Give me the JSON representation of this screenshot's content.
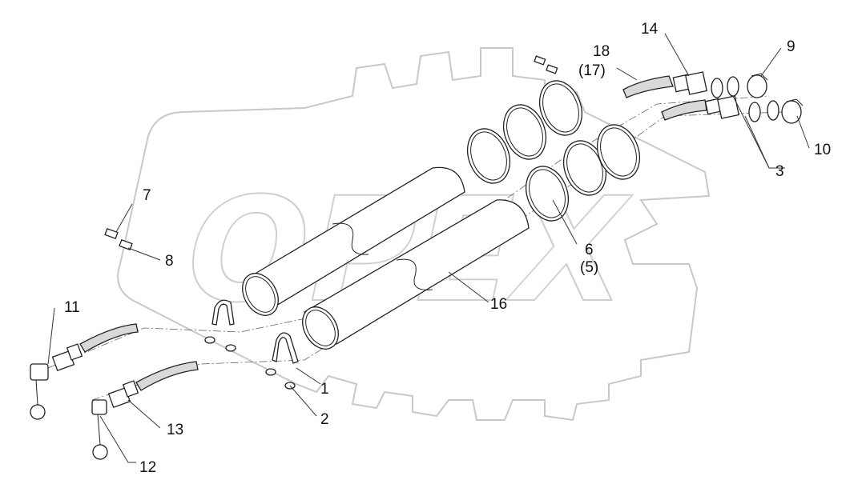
{
  "callouts": [
    {
      "id": "c1",
      "text": "1"
    },
    {
      "id": "c2",
      "text": "2"
    },
    {
      "id": "c3",
      "text": "3"
    },
    {
      "id": "c6",
      "text": "6"
    },
    {
      "id": "c5",
      "text": "(5)"
    },
    {
      "id": "c7",
      "text": "7"
    },
    {
      "id": "c8",
      "text": "8"
    },
    {
      "id": "c9",
      "text": "9"
    },
    {
      "id": "c10",
      "text": "10"
    },
    {
      "id": "c11",
      "text": "11"
    },
    {
      "id": "c12",
      "text": "12"
    },
    {
      "id": "c13",
      "text": "13"
    },
    {
      "id": "c14",
      "text": "14"
    },
    {
      "id": "c16",
      "text": "16"
    },
    {
      "id": "c18",
      "text": "18"
    },
    {
      "id": "c17",
      "text": "(17)"
    }
  ],
  "watermark": {
    "text": "OPEX"
  },
  "colors": {
    "line": "#222222",
    "watermark": "#c8c8c8",
    "background": "#ffffff"
  }
}
